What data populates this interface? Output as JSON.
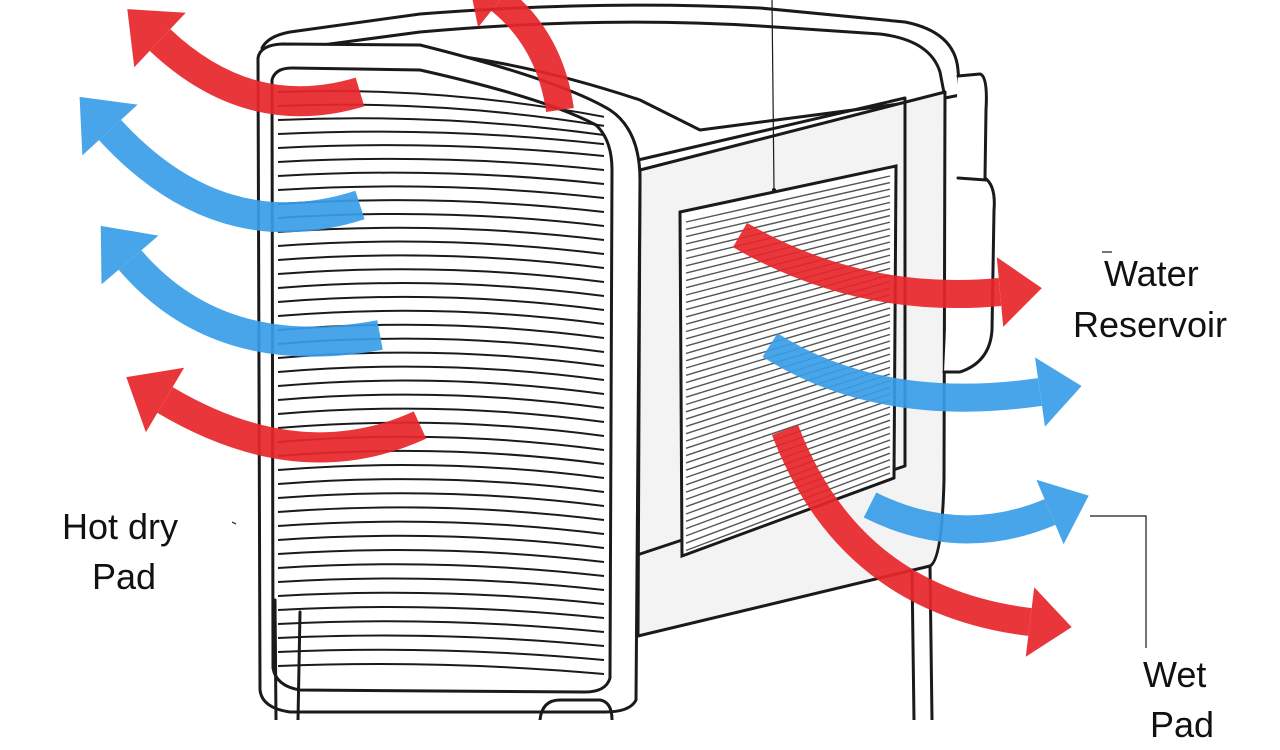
{
  "labels": {
    "water_reservoir": [
      "Water",
      "Reservoir"
    ],
    "hot_dry_pad": [
      "Hot dry",
      "Pad"
    ],
    "wet_pad": [
      "Wet",
      "Pad"
    ]
  },
  "colors": {
    "hot_air": "#e8262b",
    "cool_air": "#3a9ee8",
    "outline": "#1a1a1a",
    "body_fill": "#ffffff",
    "side_fill": "#f3f3f3"
  }
}
